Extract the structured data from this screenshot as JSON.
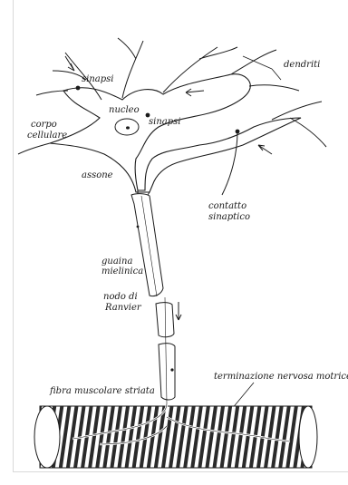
{
  "labels": {
    "sinapsi_top": "sinapsi",
    "nucleo": "nucleo",
    "sinapsi_mid": "sinapsi",
    "dendriti": "dendriti",
    "corpo_1": "corpo",
    "corpo_2": "cellulare",
    "assone": "assone",
    "contatto_1": "contatto",
    "contatto_2": "sinaptico",
    "guaina_1": "guaina",
    "guaina_2": "mielinica",
    "nodo_1": "nodo di",
    "nodo_2": "Ranvier",
    "terminazione": "terminazione nervosa motrice",
    "fibra": "fibra muscolare striata"
  },
  "colors": {
    "ink": "#1a1a1a",
    "paper": "#ffffff",
    "stripe": "#2a2a2a"
  }
}
